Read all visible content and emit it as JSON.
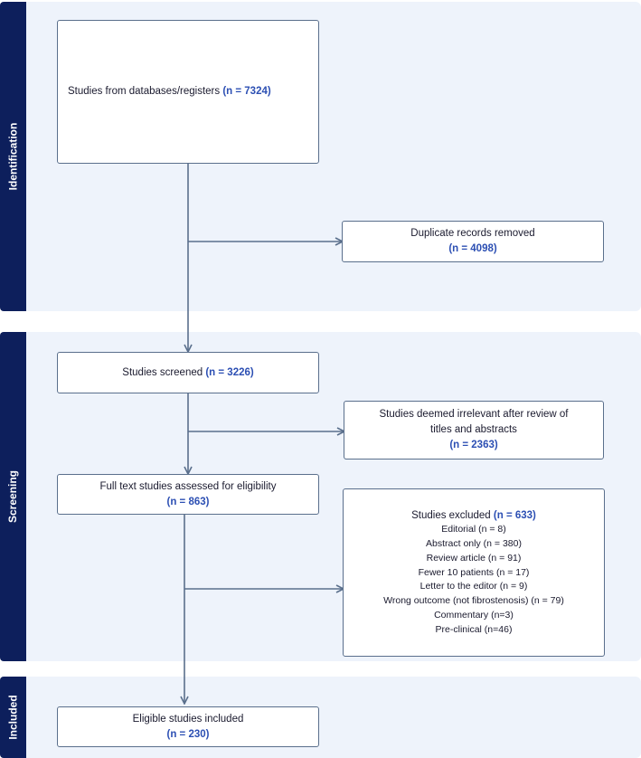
{
  "phases": {
    "identification": "Identification",
    "screening": "Screening",
    "included": "Included"
  },
  "boxes": {
    "databases": {
      "label": "Studies from databases/registers ",
      "n": "(n = 7324)"
    },
    "duplicates": {
      "label": "Duplicate records removed",
      "n": "(n = 4098)"
    },
    "screened": {
      "label": "Studies screened ",
      "n": "(n = 3226)"
    },
    "irrelevant": {
      "label": "Studies deemed irrelevant after review of titles and abstracts",
      "n": "(n = 2363)"
    },
    "fulltext": {
      "label": "Full text studies assessed for eligibility",
      "n": "(n = 863)"
    },
    "excluded": {
      "label": "Studies excluded ",
      "n": "(n = 633)",
      "items": [
        "Editorial (n = 8)",
        "Abstract only (n = 380)",
        "Review article (n = 91)",
        "Fewer 10 patients (n = 17)",
        "Letter to the editor (n = 9)",
        "Wrong outcome (not fibrostenosis) (n = 79)",
        "Commentary (n=3)",
        "Pre-clinical (n=46)"
      ]
    },
    "included": {
      "label": "Eligible studies included",
      "n": "(n = 230)"
    }
  },
  "colors": {
    "band": "#eef3fb",
    "phase_label": "#0d1f5c",
    "count": "#2c4fb3",
    "connector": "#5a6f8c"
  }
}
